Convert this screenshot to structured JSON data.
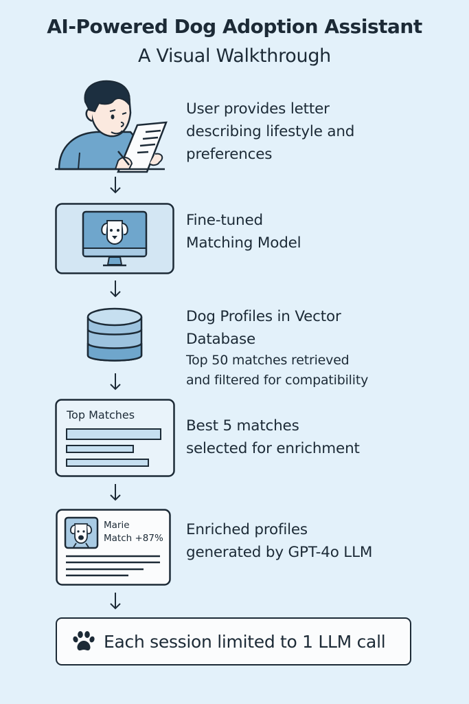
{
  "header": {
    "title": "AI-Powered Dog Adoption Assistant",
    "subtitle": "A Visual Walkthrough"
  },
  "steps": [
    {
      "icon": "person-writing-letter-icon",
      "lines": [
        "User provides letter",
        "describing lifestyle and",
        "preferences"
      ]
    },
    {
      "icon": "computer-monitor-dog-icon",
      "lines": [
        "Fine-tuned",
        "Matching Model"
      ]
    },
    {
      "icon": "database-cylinder-icon",
      "lines": [
        "Dog Profiles in Vector",
        "Database"
      ],
      "sub_lines": [
        "Top 50 matches retrieved",
        "and filtered for compatibility"
      ]
    },
    {
      "icon": "top-matches-list-card-icon",
      "card_title": "Top Matches",
      "lines": [
        "Best 5 matches",
        "selected for enrichment"
      ]
    },
    {
      "icon": "dog-profile-card-icon",
      "card_name": "Marie",
      "card_match": "Match +87%",
      "lines": [
        "Enriched profiles",
        "generated by GPT-4o LLM"
      ]
    }
  ],
  "footer": {
    "icon": "paw-print-icon",
    "text": "Each session limited to 1 LLM call"
  },
  "colors": {
    "background": "#e3f1fa",
    "ink": "#1c2a36",
    "accent_blue": "#6fa6cc",
    "light_blue": "#c6dff0",
    "card_white": "#fbfcfd"
  }
}
